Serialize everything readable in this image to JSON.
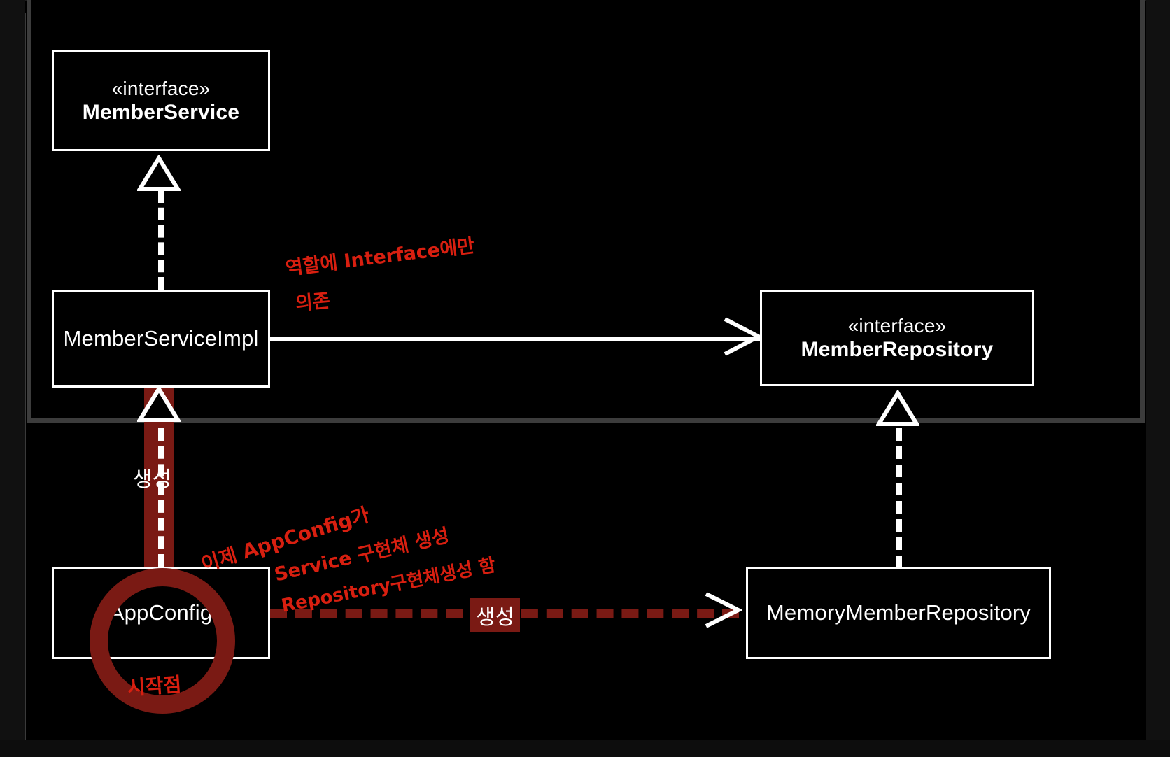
{
  "diagram": {
    "title": "Spring AppConfig UML class diagram with handwritten annotations",
    "background_color": "#000000",
    "line_color": "#ffffff",
    "marker_color": "#7a1a14",
    "handwriting_color": "#d81f10"
  },
  "layer_panel": {
    "name": "appl-layer-panel",
    "border_color": "#3c3c3c"
  },
  "boxes": {
    "member_service": {
      "stereotype": "«interface»",
      "name": "MemberService"
    },
    "member_service_impl": {
      "name": "MemberServiceImpl"
    },
    "member_repository": {
      "stereotype": "«interface»",
      "name": "MemberRepository"
    },
    "app_config": {
      "name": "AppConfig"
    },
    "memory_member_repository": {
      "name": "MemoryMemberRepository"
    }
  },
  "connector_labels": {
    "create_service": "생성",
    "create_repository": "생성"
  },
  "annotations": {
    "interface_line1": "역할에 Interface에만",
    "interface_line2": "의존",
    "appconfig_line1": "이제 AppConfig가",
    "appconfig_line2": "Service 구현체 생성",
    "appconfig_line3": "Repository구현체생성 함",
    "start_point": "시작점"
  }
}
